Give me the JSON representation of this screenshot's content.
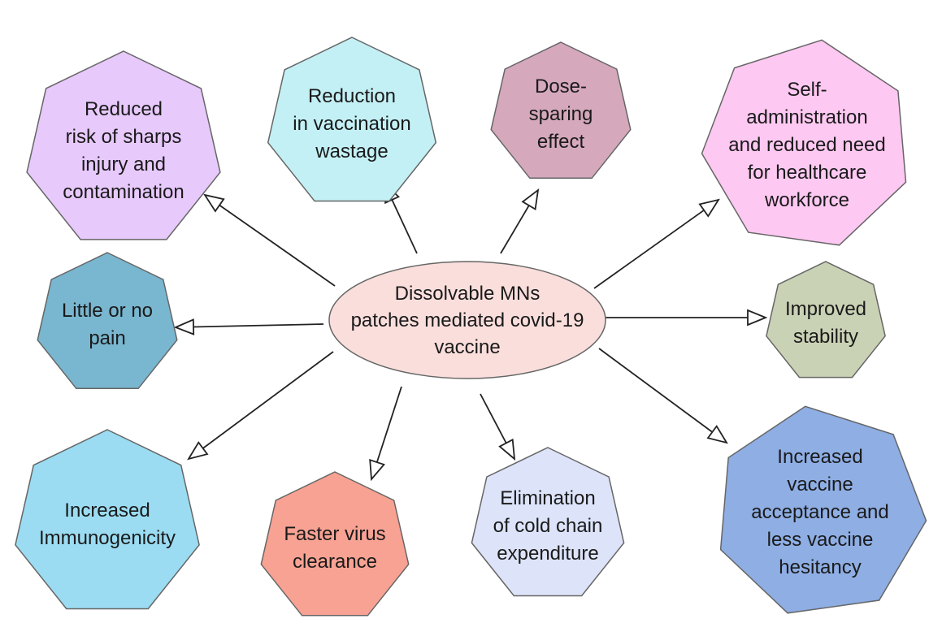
{
  "center": {
    "lines": [
      "Dissolvable MNs",
      "patches mediated covid-19",
      "vaccine"
    ],
    "color": "#f9dedc"
  },
  "benefits": [
    {
      "id": "sharps",
      "lines": [
        "Reduced",
        "risk of sharps",
        "injury and",
        "contamination"
      ],
      "color": "#e7c9fb"
    },
    {
      "id": "wastage",
      "lines": [
        "Reduction",
        "in vaccination",
        "wastage"
      ],
      "color": "#c3f0f5"
    },
    {
      "id": "dose-sparing",
      "lines": [
        "Dose-",
        "sparing",
        "effect"
      ],
      "color": "#d5a8bc"
    },
    {
      "id": "self-administration",
      "lines": [
        "Self-",
        "administration",
        "and reduced need",
        "for healthcare",
        "workforce"
      ],
      "color": "#fdc8f1"
    },
    {
      "id": "pain",
      "lines": [
        "Little or no",
        "pain"
      ],
      "color": "#79b6cf"
    },
    {
      "id": "stability",
      "lines": [
        "Improved",
        "stability"
      ],
      "color": "#c9d2b5"
    },
    {
      "id": "immunogenicity",
      "lines": [
        "Increased",
        "Immunogenicity"
      ],
      "color": "#9bdcf2"
    },
    {
      "id": "virus-clearance",
      "lines": [
        "Faster virus",
        "clearance"
      ],
      "color": "#f8a293"
    },
    {
      "id": "cold-chain",
      "lines": [
        "Elimination",
        "of cold chain",
        "expenditure"
      ],
      "color": "#dde3f9"
    },
    {
      "id": "acceptance",
      "lines": [
        "Increased",
        "vaccine",
        "acceptance and",
        "less vaccine",
        "hesitancy"
      ],
      "color": "#8eaee4"
    }
  ]
}
